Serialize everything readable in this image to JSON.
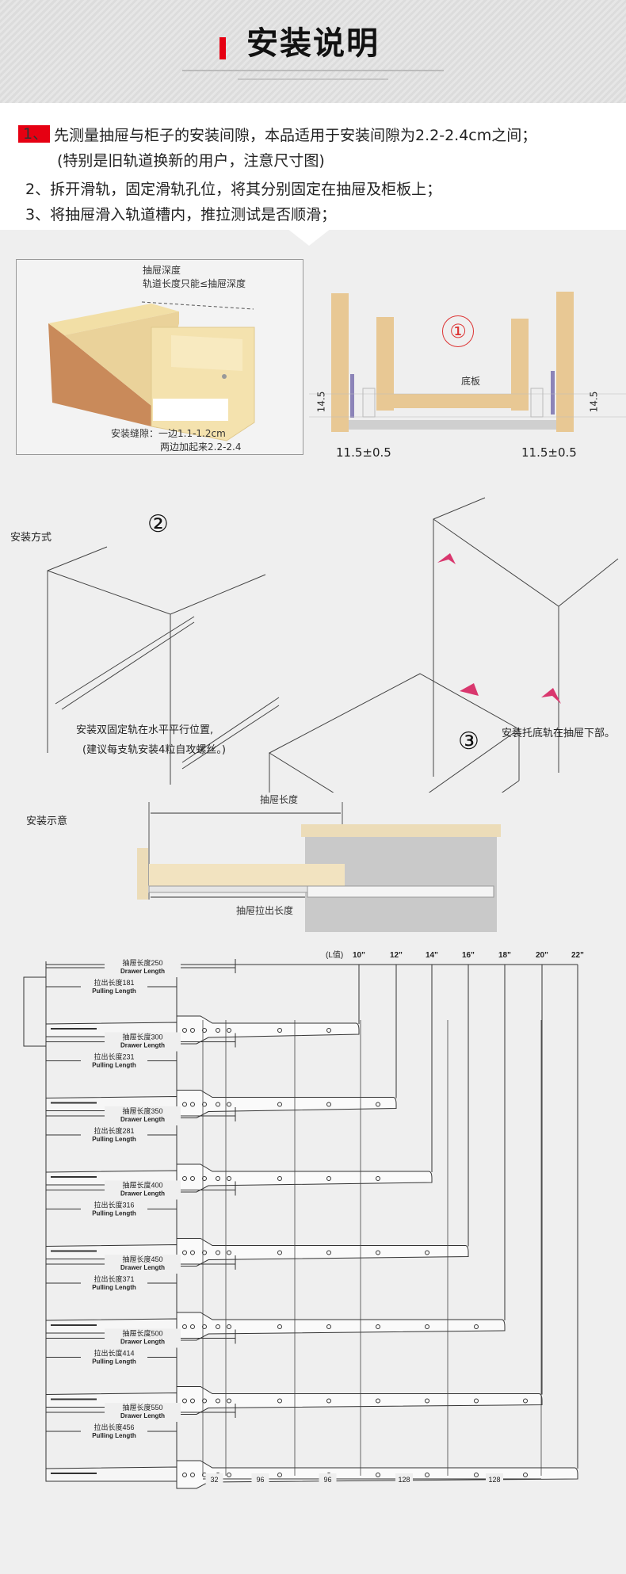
{
  "header": {
    "title": "安装说明"
  },
  "instructions": {
    "step1_num": "1、",
    "step1": "先测量抽屉与柜子的安装间隙，本品适用于安装间隙为2.2-2.4cm之间；",
    "step1_note": "(特别是旧轨道换新的用户，注意尺寸图)",
    "step2": "2、拆开滑轨，固定滑轨孔位，将其分别固定在抽屉及柜板上；",
    "step3": "3、将抽屉滑入轨道槽内，推拉测试是否顺滑；"
  },
  "fig1": {
    "depth_label": "抽屉深度",
    "rail_rule": "轨道长度只能≤抽屉深度",
    "gap_label": "安装缝隙：一边1.1-1.2cm",
    "gap_total": "两边加起来2.2-2.4",
    "step_mark": "①",
    "bottom_board": "底板",
    "height_left": "14.5",
    "height_right": "14.5",
    "offset_left": "11.5±0.5",
    "offset_right": "11.5±0.5"
  },
  "fig2": {
    "section_title": "安装方式",
    "step_mark": "②",
    "caption1": "安装双固定轨在水平平行位置,",
    "caption2": "(建议每支轨安装4粒自攻螺丝。)",
    "step3_mark": "③",
    "step3_caption": "安装托底轨在抽屉下部。",
    "accent": "#d9376e"
  },
  "fig3": {
    "section_title": "安装示意",
    "drawer_length": "抽屉长度",
    "pull_length": "抽屉拉出长度"
  },
  "chart_data": {
    "type": "table",
    "l_label": "(L值)",
    "sizes": [
      "10\"",
      "12\"",
      "14\"",
      "16\"",
      "18\"",
      "20\"",
      "22\""
    ],
    "drawer_prefix": "抽屉长度",
    "drawer_en": "Drawer Length",
    "pull_prefix": "拉出长度",
    "pull_en": "Pulling Length",
    "rows": [
      {
        "drawer": "250",
        "pull": "181"
      },
      {
        "drawer": "300",
        "pull": "231"
      },
      {
        "drawer": "350",
        "pull": "281"
      },
      {
        "drawer": "400",
        "pull": "316"
      },
      {
        "drawer": "450",
        "pull": "371"
      },
      {
        "drawer": "500",
        "pull": "414"
      },
      {
        "drawer": "550",
        "pull": "456"
      }
    ],
    "hole_spacing": [
      "32",
      "96",
      "96",
      "128",
      "128"
    ]
  }
}
